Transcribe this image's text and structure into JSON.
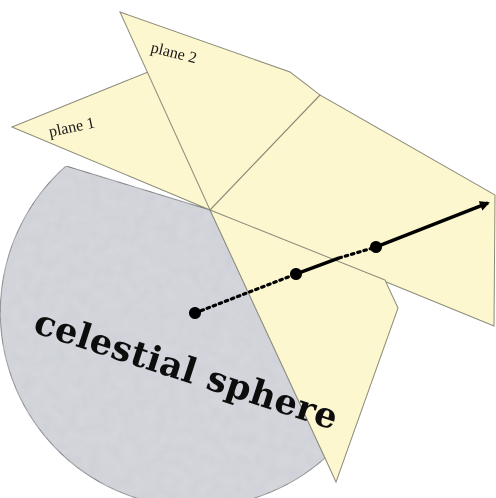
{
  "labels": {
    "plane1": "plane 1",
    "plane2": "plane 2",
    "sphere": "celestial sphere"
  },
  "colors": {
    "plane_fill": "#fcf7cf",
    "plane_stroke": "#8a8a78",
    "sphere_base": "#c9ccd3",
    "line": "#000000"
  }
}
